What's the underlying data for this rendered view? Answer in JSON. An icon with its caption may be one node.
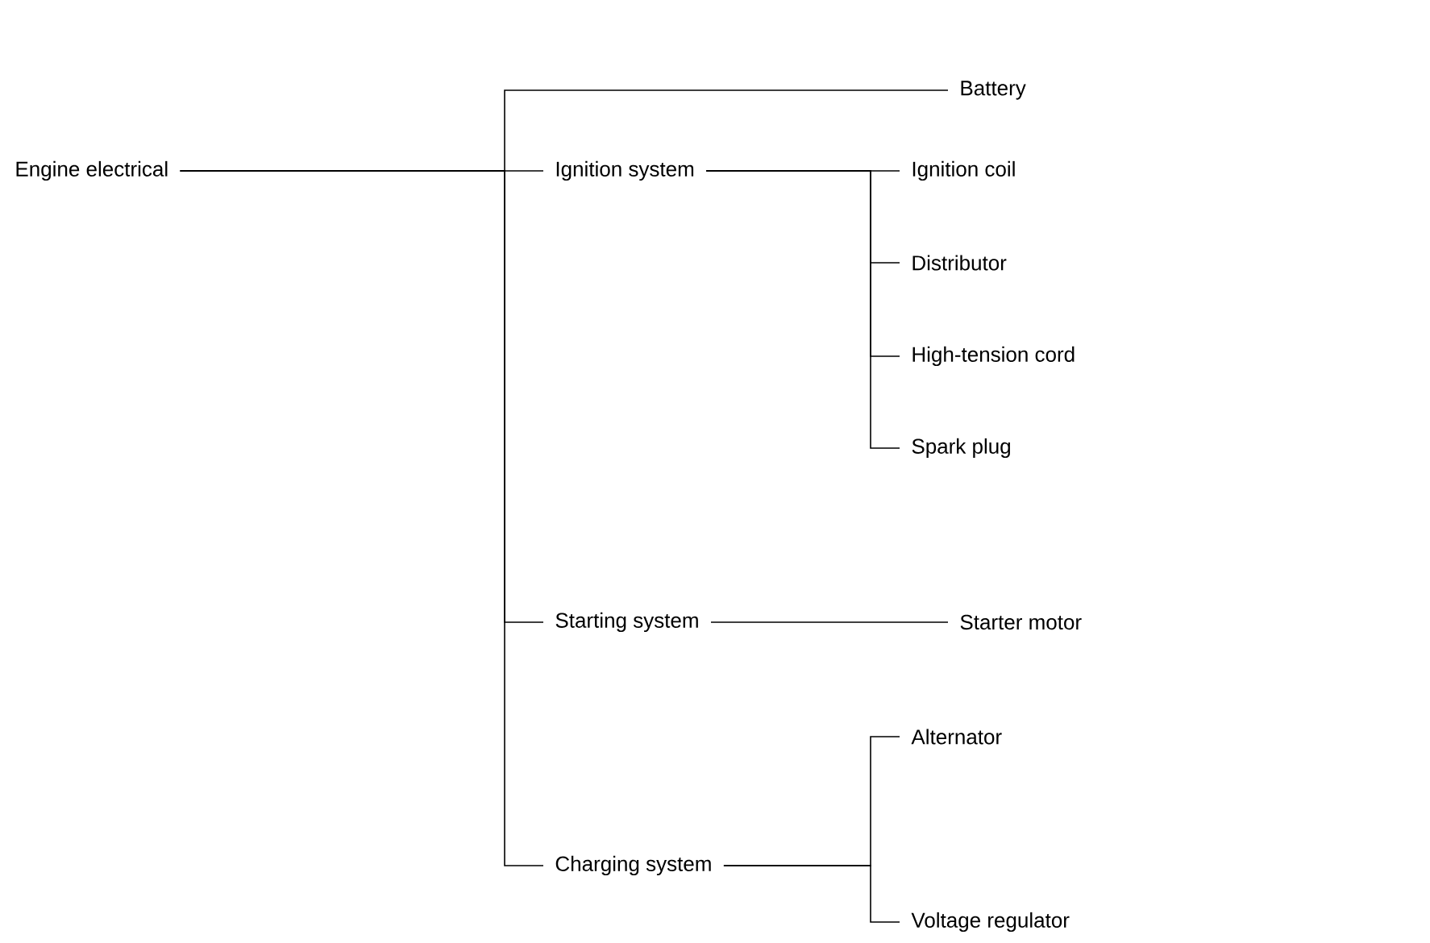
{
  "diagram": {
    "nodes": [
      {
        "text": [
          "Engine electrical"
        ]
      },
      {
        "text": [
          "Battery"
        ]
      },
      {
        "text": [
          "Ignition system"
        ]
      },
      {
        "text": [
          "Ignition coil"
        ]
      },
      {
        "text": [
          "Distributor"
        ]
      },
      {
        "text": [
          "High-tension cord"
        ]
      },
      {
        "text": [
          "Spark plug"
        ]
      },
      {
        "text": [
          "Starting system"
        ]
      },
      {
        "text": [
          "Starter motor"
        ]
      },
      {
        "text": [
          "Charging system"
        ]
      },
      {
        "text": [
          "Alternator"
        ]
      },
      {
        "text": [
          "Voltage regulator"
        ]
      }
    ],
    "edges": [
      {
        "from": 0,
        "to": 1,
        "arrow": "none"
      },
      {
        "from": 0,
        "to": 2,
        "arrow": "none"
      },
      {
        "from": 0,
        "to": 7,
        "arrow": "none"
      },
      {
        "from": 0,
        "to": 9,
        "arrow": "none"
      },
      {
        "from": 2,
        "to": 3,
        "arrow": "none"
      },
      {
        "from": 2,
        "to": 4,
        "arrow": "none"
      },
      {
        "from": 2,
        "to": 5,
        "arrow": "none"
      },
      {
        "from": 2,
        "to": 6,
        "arrow": "none"
      },
      {
        "from": 7,
        "to": 8,
        "arrow": "none"
      },
      {
        "from": 9,
        "to": 10,
        "arrow": "none"
      },
      {
        "from": 9,
        "to": 11,
        "arrow": "none"
      }
    ]
  }
}
